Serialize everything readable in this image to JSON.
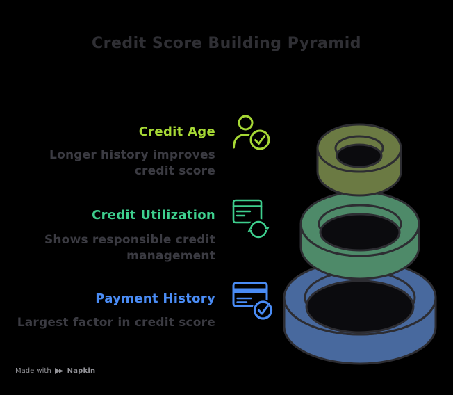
{
  "title": "Credit Score Building Pyramid",
  "levels": [
    {
      "label": "Credit Age",
      "desc_lines": [
        "Longer history improves",
        "credit score"
      ],
      "accent_color": "#a6d835",
      "ring_color": "#6b7a43",
      "icon": "user-check-icon"
    },
    {
      "label": "Credit Utilization",
      "desc_lines": [
        "Shows responsible credit",
        "management"
      ],
      "accent_color": "#3ecf8e",
      "ring_color": "#4e8a69",
      "icon": "card-refresh-icon"
    },
    {
      "label": "Payment History",
      "desc_lines": [
        "Largest factor in credit score"
      ],
      "accent_color": "#4a8cf5",
      "ring_color": "#48699e",
      "icon": "card-check-icon"
    }
  ],
  "colors": {
    "background": "#000000",
    "title_text": "#2f2f34",
    "body_text": "#3b3b42",
    "outline": "#2d2d32",
    "hole": "#0b0b0e",
    "watermark": "#939398"
  },
  "watermark": {
    "prefix": "Made with",
    "brand": "Napkin"
  }
}
